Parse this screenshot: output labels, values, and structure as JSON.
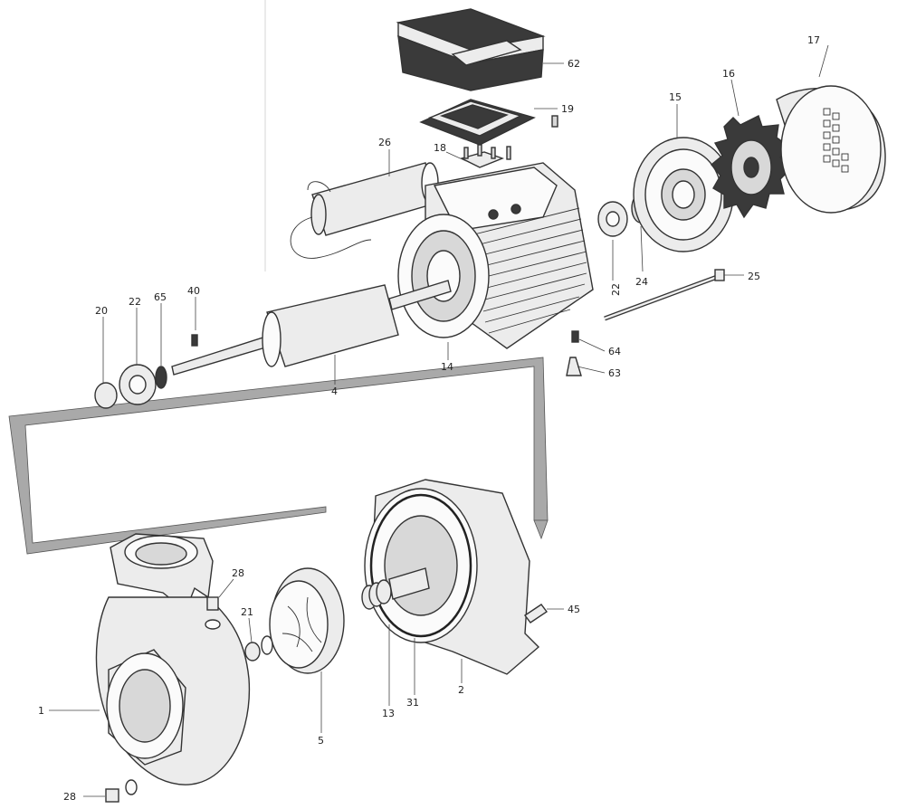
{
  "parts": [
    {
      "id": "p62",
      "text": "62"
    },
    {
      "id": "p19",
      "text": "19"
    },
    {
      "id": "p17",
      "text": "17"
    },
    {
      "id": "p16",
      "text": "16"
    },
    {
      "id": "p15",
      "text": "15"
    },
    {
      "id": "p26",
      "text": "26"
    },
    {
      "id": "p18",
      "text": "18"
    },
    {
      "id": "p22a",
      "text": "22"
    },
    {
      "id": "p24",
      "text": "24"
    },
    {
      "id": "p25",
      "text": "25"
    },
    {
      "id": "p40",
      "text": "40"
    },
    {
      "id": "p20",
      "text": "20"
    },
    {
      "id": "p22b",
      "text": "22"
    },
    {
      "id": "p65",
      "text": "65"
    },
    {
      "id": "p64",
      "text": "64"
    },
    {
      "id": "p63",
      "text": "63"
    },
    {
      "id": "p14",
      "text": "14"
    },
    {
      "id": "p4",
      "text": "4"
    },
    {
      "id": "p28a",
      "text": "28"
    },
    {
      "id": "p21",
      "text": "21"
    },
    {
      "id": "p45",
      "text": "45"
    },
    {
      "id": "p1",
      "text": "1"
    },
    {
      "id": "p5",
      "text": "5"
    },
    {
      "id": "p13",
      "text": "13"
    },
    {
      "id": "p31",
      "text": "31"
    },
    {
      "id": "p2",
      "text": "2"
    },
    {
      "id": "p28b",
      "text": "28"
    }
  ],
  "colors": {
    "accent": "#9e9e9e",
    "ink": "#333333",
    "dark": "#3a3a3a"
  }
}
